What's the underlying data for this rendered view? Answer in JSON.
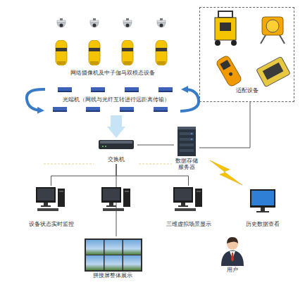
{
  "diagram": {
    "nodes": [
      {
        "text": [
          "网络摄像机及中子伽马双模态设备"
        ]
      },
      {
        "text": [
          "光端机（网线与光纤互转进行远距离传输）"
        ]
      },
      {
        "text": [
          "适配设备"
        ]
      },
      {
        "text": [
          "交换机"
        ]
      },
      {
        "text": [
          "数据存储 服务器"
        ]
      },
      {
        "text": [
          "设备状态实时监控"
        ]
      },
      {
        "text": [
          "三维虚拟场景显示"
        ]
      },
      {
        "text": [
          "历史数据查看"
        ]
      },
      {
        "text": [
          "拼接屏整体展示"
        ]
      },
      {
        "text": [
          "用户"
        ]
      }
    ],
    "edges": [
      {
        "from": 1,
        "to": 3,
        "arrow": "to"
      },
      {
        "from": 2,
        "to": 4,
        "arrow": "none"
      },
      {
        "from": 3,
        "to": 4,
        "arrow": "none"
      },
      {
        "from": 3,
        "to": 5,
        "arrow": "none"
      },
      {
        "from": 3,
        "to": 6,
        "arrow": "none"
      },
      {
        "from": 3,
        "to": 8,
        "arrow": "none"
      }
    ]
  }
}
